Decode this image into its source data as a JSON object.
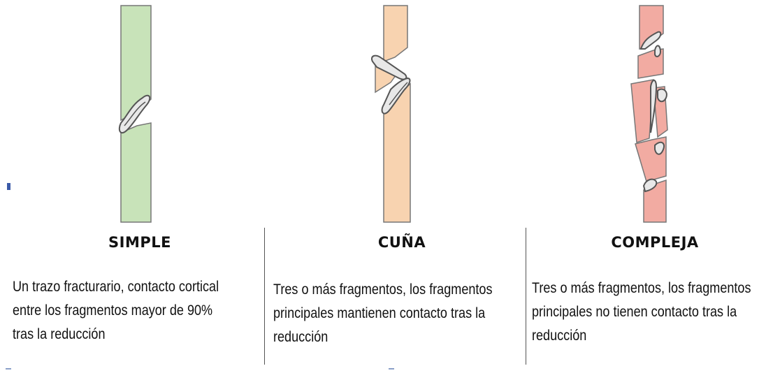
{
  "panels": [
    {
      "title": "SIMPLE",
      "description": "Un trazo fracturario, contacto cortical entre los fragmentos mayor de 90% tras la reducción",
      "lines": [
        "Un trazo fracturario, contacto cortical",
        "entre los fragmentos mayor de 90%",
        "tras la reducción"
      ],
      "bone_color": "#c8e3b9"
    },
    {
      "title": "CUÑA",
      "description": "Tres o más fragmentos, los fragmentos principales mantienen contacto tras la reducción",
      "lines": [
        "Tres o más fragmentos, los fragmentos",
        "principales mantienen contacto tras la",
        "reducción"
      ],
      "bone_color": "#f8d3b0"
    },
    {
      "title": "COMPLEJA",
      "description": "Tres o más fragmentos, los fragmentos principales no tienen contacto tras la reducción",
      "lines": [
        "Tres o más fragmentos, los fragmentos",
        "principales no tienen contacto tras la",
        "reducción"
      ],
      "bone_color": "#f2aba2"
    }
  ]
}
